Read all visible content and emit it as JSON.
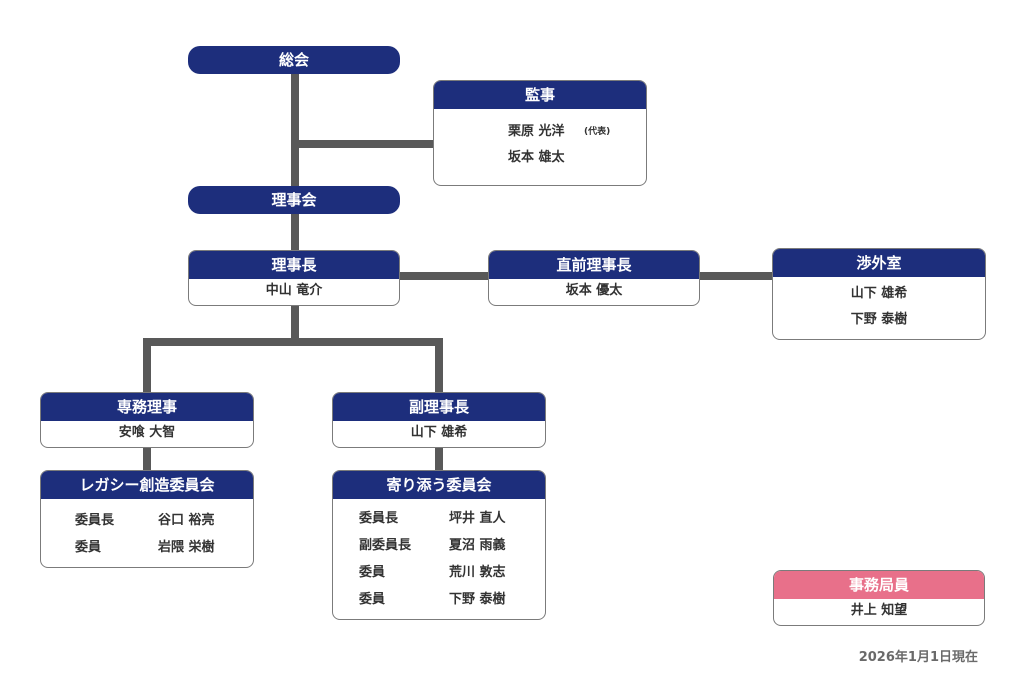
{
  "colors": {
    "navy": "#1d2e7c",
    "pink": "#e8708a",
    "connector": "#595959"
  },
  "general_meeting": "総会",
  "auditors": {
    "title": "監事",
    "members": [
      {
        "name": "栗原 光洋",
        "note": "(代表)"
      },
      {
        "name": "坂本 雄太"
      }
    ]
  },
  "board": "理事会",
  "chairman": {
    "title": "理事長",
    "name": "中山 竜介"
  },
  "past_chairman": {
    "title": "直前理事長",
    "name": "坂本 優太"
  },
  "external_affairs": {
    "title": "渉外室",
    "members": [
      "山下 雄希",
      "下野 泰樹"
    ]
  },
  "executive_director": {
    "title": "専務理事",
    "name": "安喰 大智"
  },
  "vice_chairman": {
    "title": "副理事長",
    "name": "山下 雄希"
  },
  "legacy_committee": {
    "title": "レガシー創造委員会",
    "rows": [
      {
        "role": "委員長",
        "name": "谷口 裕亮"
      },
      {
        "role": "委員",
        "name": "岩隈 栄樹"
      }
    ]
  },
  "support_committee": {
    "title": "寄り添う委員会",
    "rows": [
      {
        "role": "委員長",
        "name": "坪井 直人"
      },
      {
        "role": "副委員長",
        "name": "夏沼 雨義"
      },
      {
        "role": "委員",
        "name": "荒川 敦志"
      },
      {
        "role": "委員",
        "name": "下野 泰樹"
      }
    ]
  },
  "secretariat": {
    "title": "事務局員",
    "name": "井上 知望"
  },
  "as_of_date": "2026年1月1日現在"
}
